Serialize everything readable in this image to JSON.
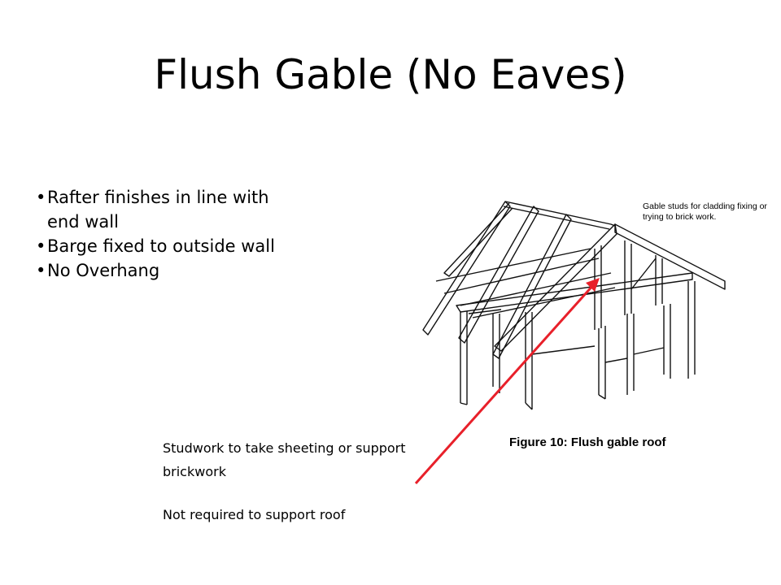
{
  "slide": {
    "title": "Flush Gable (No Eaves)",
    "bullets": [
      "Rafter finishes in line with end wall",
      "Barge fixed to outside wall",
      "No Overhang"
    ],
    "caption_line1": "Studwork to take sheeting or support brickwork",
    "caption_line2": "Not required to support roof"
  },
  "figure": {
    "label": "Figure 10: Flush gable roof",
    "callout": "Gable studs for cladding fixing or trying to  brick work."
  },
  "colors": {
    "arrow": "#e8202a",
    "text": "#000000",
    "background": "#ffffff"
  },
  "icons": {
    "bullet": "bullet-dot-icon",
    "pointer": "red-arrow-icon"
  }
}
